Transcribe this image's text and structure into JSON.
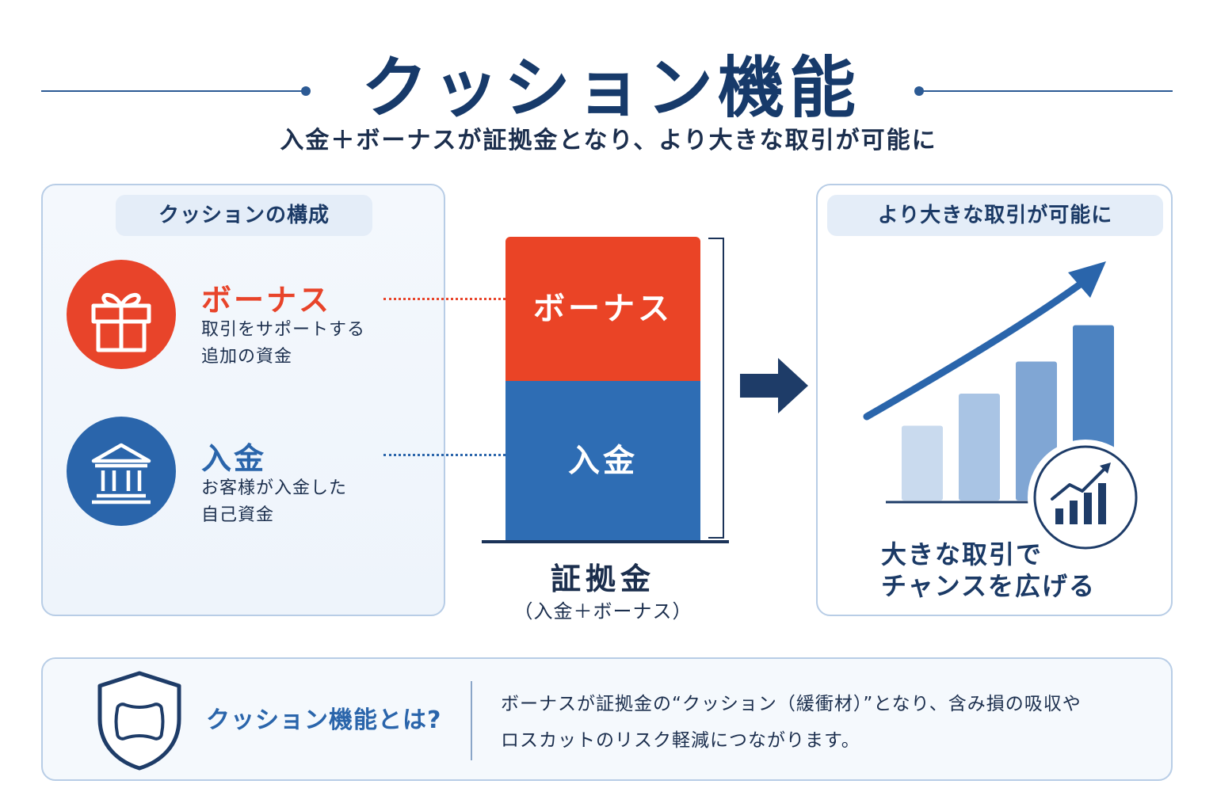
{
  "header": {
    "title": "クッション機能",
    "subtitle": "入金＋ボーナスが証拠金となり、より大きな取引が可能に"
  },
  "left_panel": {
    "header": "クッションの構成",
    "items": [
      {
        "icon": "gift-icon",
        "title": "ボーナス",
        "desc_line1": "取引をサポートする",
        "desc_line2": "追加の資金",
        "color": "#e8442a"
      },
      {
        "icon": "bank-icon",
        "title": "入金",
        "desc_line1": "お客様が入金した",
        "desc_line2": "自己資金",
        "color": "#2a65ab"
      }
    ]
  },
  "stack": {
    "top_label": "ボーナス",
    "bottom_label": "入金",
    "label": "証拠金",
    "sublabel": "（入金＋ボーナス）",
    "colors": {
      "bonus": "#ea4426",
      "deposit": "#2e6db4"
    }
  },
  "right_panel": {
    "header": "より大きな取引が可能に",
    "caption_line1": "大きな取引で",
    "caption_line2": "チャンスを広げる",
    "bar_levels": [
      0.35,
      0.5,
      0.65,
      0.82
    ],
    "bar_colors": [
      "#c9daee",
      "#a9c4e4",
      "#80a6d4",
      "#4d83c1"
    ]
  },
  "bottom": {
    "icon": "shield-pillow-icon",
    "title": "クッション機能とは?",
    "text_line1": "ボーナスが証拠金の“クッション（緩衝材）”となり、含み損の吸収や",
    "text_line2": "ロスカットのリスク軽減につながります。"
  },
  "colors": {
    "accent": "#1b3a66",
    "bonus": "#e8442a",
    "deposit": "#2a65ab"
  }
}
